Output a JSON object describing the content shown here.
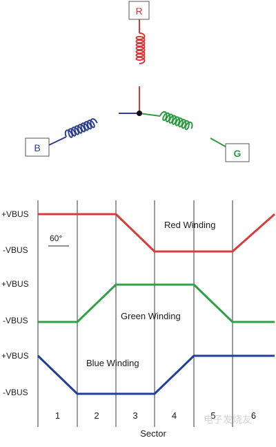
{
  "diagram": {
    "star": {
      "terminals": [
        {
          "label": "R",
          "color": "#d23a3a"
        },
        {
          "label": "B",
          "color": "#2c3f8f"
        },
        {
          "label": "G",
          "color": "#2e9a44"
        }
      ]
    },
    "timing": {
      "levels": [
        {
          "pos": "+VBUS",
          "neg": "-VBUS"
        },
        {
          "pos": "+VBUS",
          "neg": "-VBUS"
        },
        {
          "pos": "+VBUS",
          "neg": "-VBUS"
        }
      ],
      "angle_label": "60°",
      "windings": [
        {
          "name": "Red Winding",
          "color": "#d93a3a",
          "levels": [
            1,
            1,
            1,
            0,
            0,
            0,
            1
          ]
        },
        {
          "name": "Green Winding",
          "color": "#2ea046",
          "levels": [
            0,
            0,
            1,
            1,
            1,
            0,
            0
          ]
        },
        {
          "name": "Blue Winding",
          "color": "#1f3f9a",
          "levels": [
            1,
            0,
            0,
            0,
            1,
            1,
            1
          ]
        }
      ],
      "sectors": [
        "1",
        "2",
        "3",
        "4",
        "5",
        "6"
      ],
      "x_label": "Sector"
    },
    "watermark": "电子发烧友"
  }
}
